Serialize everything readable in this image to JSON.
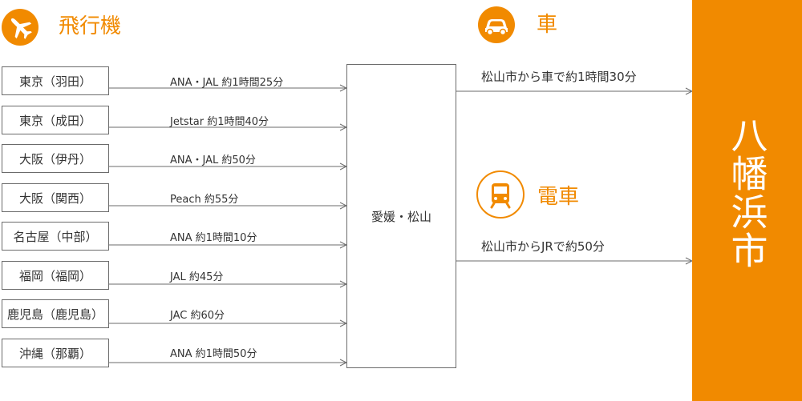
{
  "plane": {
    "heading": "飛行機",
    "icon": "airplane-icon"
  },
  "car": {
    "heading": "車",
    "icon": "car-icon",
    "route": "松山市から車で約1時間30分"
  },
  "train": {
    "heading": "電車",
    "icon": "train-icon",
    "route": "松山市からJRで約50分"
  },
  "hub": "愛媛・松山",
  "destination": "八幡浜市",
  "flights": [
    {
      "origin": "東京（羽田）",
      "info": "ANA・JAL  約1時間25分"
    },
    {
      "origin": "東京（成田）",
      "info": "Jetstar 約1時間40分"
    },
    {
      "origin": "大阪（伊丹）",
      "info": "ANA・JAL  約50分"
    },
    {
      "origin": "大阪（関西）",
      "info": "Peach  約55分"
    },
    {
      "origin": "名古屋（中部）",
      "info": "ANA  約1時間10分"
    },
    {
      "origin": "福岡（福岡）",
      "info": "JAL  約45分"
    },
    {
      "origin": "鹿児島（鹿児島）",
      "info": "JAC  約60分"
    },
    {
      "origin": "沖縄（那覇）",
      "info": "ANA  約1時間50分"
    }
  ],
  "colors": {
    "accent": "#F18A00",
    "line": "#6b6b6b",
    "text": "#333333"
  }
}
